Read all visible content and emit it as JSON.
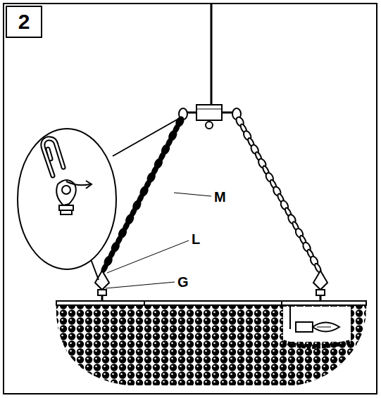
{
  "diagram": {
    "nodes": [
      {
        "text": [
          "2"
        ]
      }
    ],
    "labels": [
      "M",
      "L",
      "G"
    ]
  }
}
